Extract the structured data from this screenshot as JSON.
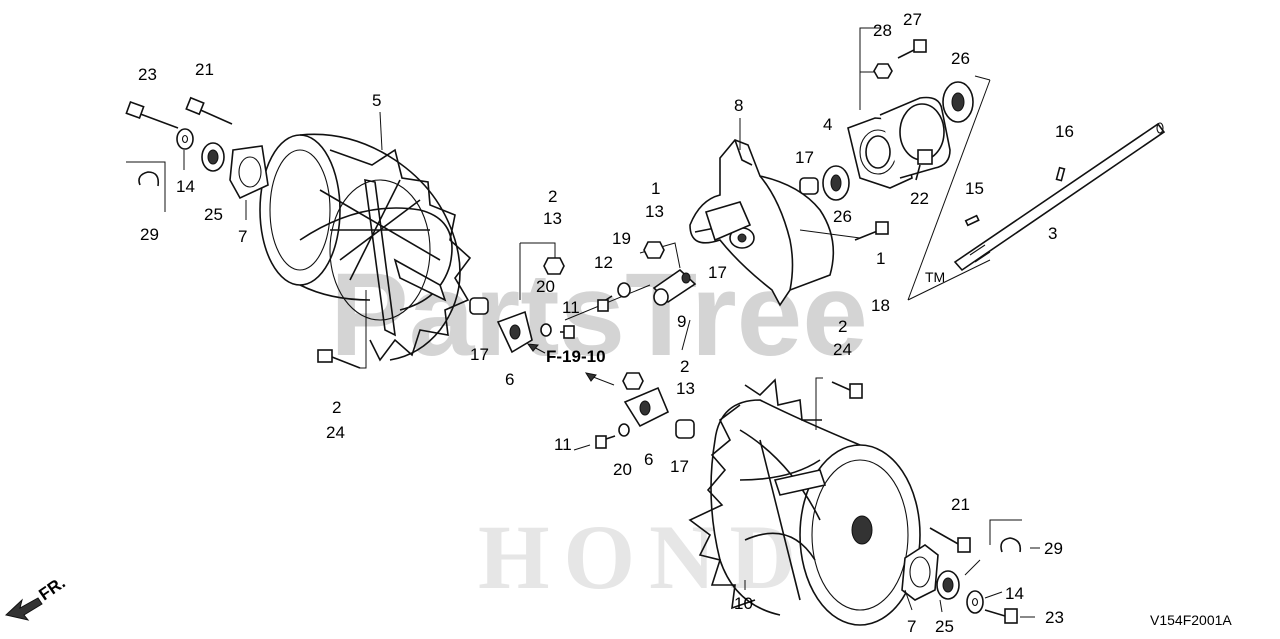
{
  "watermarks": {
    "partstree": "PartsTree",
    "tm": "TM",
    "honda": "HONDA"
  },
  "diagram_code": "V154F2001A",
  "reference": "F-19-10",
  "front_indicator": "FR.",
  "labels": {
    "l23a": "23",
    "l21a": "21",
    "l5": "5",
    "l14a": "14",
    "l25a": "25",
    "l7a": "7",
    "l29a": "29",
    "l2a": "2",
    "l24a": "24",
    "l2b": "2",
    "l13b": "13",
    "l20a": "20",
    "l11a": "11",
    "l17a": "17",
    "l6a": "6",
    "l1a": "1",
    "l13a": "13",
    "l19": "19",
    "l12": "12",
    "l9": "9",
    "l8": "8",
    "l17b": "17",
    "l28": "28",
    "l27": "27",
    "l26a": "26",
    "l4": "4",
    "l17c": "17",
    "l26b": "26",
    "l22": "22",
    "l16": "16",
    "l15": "15",
    "l3": "3",
    "l1b": "1",
    "l18": "18",
    "l2c": "2",
    "l24b": "24",
    "l2d": "2",
    "l13c": "13",
    "l11b": "11",
    "l20b": "20",
    "l6b": "6",
    "l17d": "17",
    "l21b": "21",
    "l29b": "29",
    "l14b": "14",
    "l23b": "23",
    "l10": "10",
    "l7b": "7",
    "l25b": "25"
  }
}
